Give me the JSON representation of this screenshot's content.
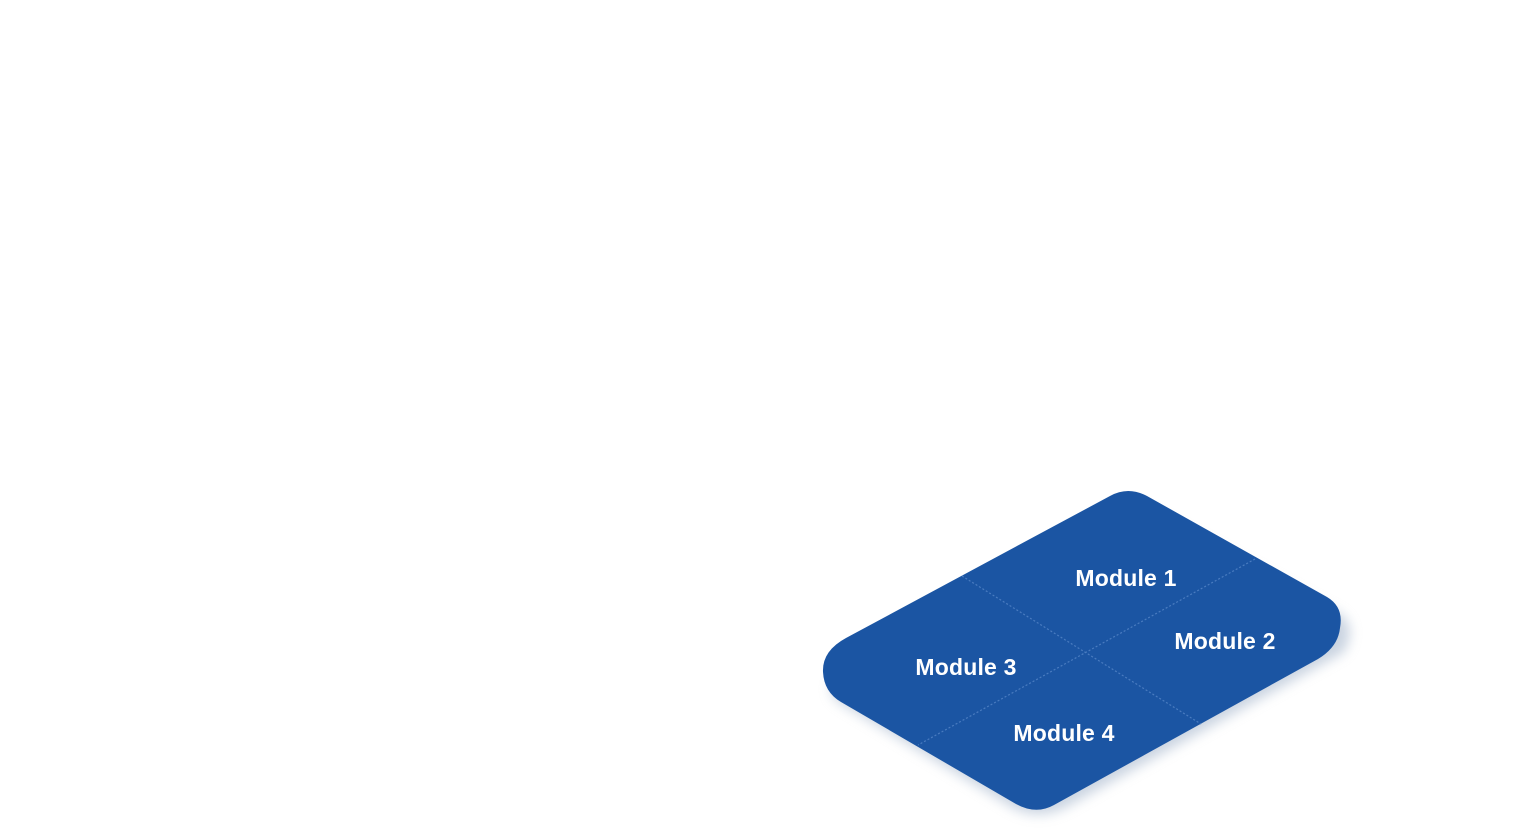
{
  "diagram": {
    "colors": {
      "tile": "#1b55a3",
      "divider": "#4a7cc0",
      "shadow": "#9fb0c8",
      "label": "#ffffff"
    },
    "modules": [
      {
        "label": "Module 1"
      },
      {
        "label": "Module 2"
      },
      {
        "label": "Module 3"
      },
      {
        "label": "Module 4"
      }
    ]
  }
}
